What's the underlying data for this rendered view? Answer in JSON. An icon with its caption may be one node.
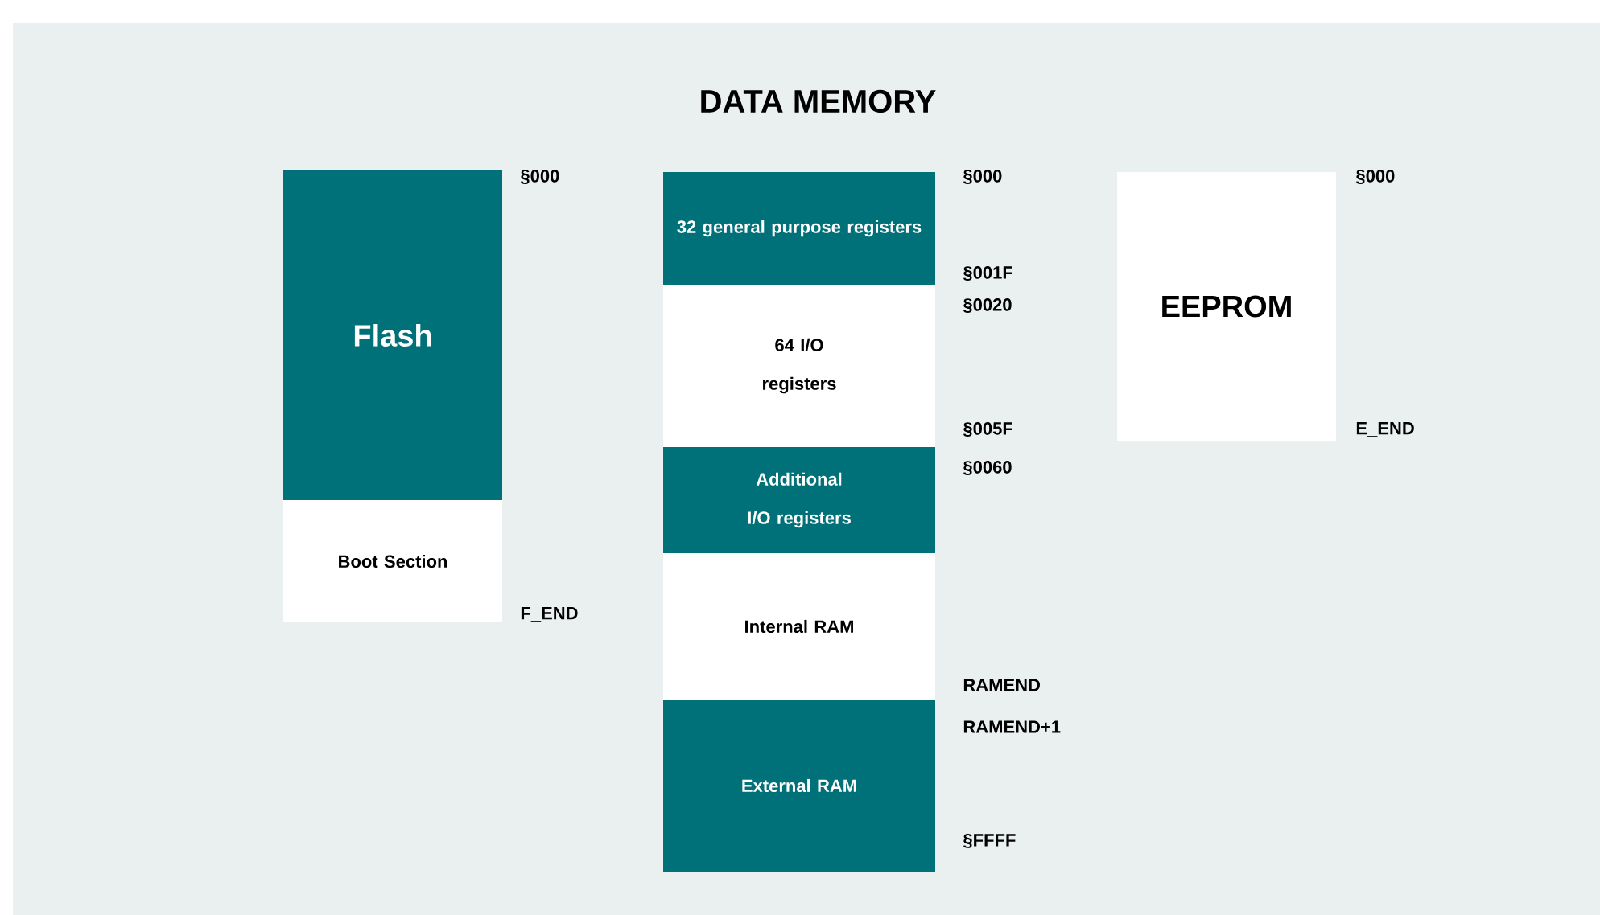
{
  "diagram": {
    "title": "DATA MEMORY",
    "nodes": [
      {
        "text": [
          "Flash"
        ]
      },
      {
        "text": [
          "Boot Section"
        ]
      },
      {
        "text": [
          "32 general purpose registers"
        ]
      },
      {
        "text": [
          "64 I/O registers"
        ]
      },
      {
        "text": [
          "Additional I/O registers"
        ]
      },
      {
        "text": [
          "Internal RAM"
        ]
      },
      {
        "text": [
          "External RAM"
        ]
      },
      {
        "text": [
          "EEPROM"
        ]
      }
    ],
    "labels": [
      "§000",
      "§000",
      "§000",
      "§001F",
      "§0020",
      "§005F",
      "E_END",
      "§0060",
      "F_END",
      "RAMEND",
      "RAMEND+1",
      "§FFFF"
    ]
  }
}
